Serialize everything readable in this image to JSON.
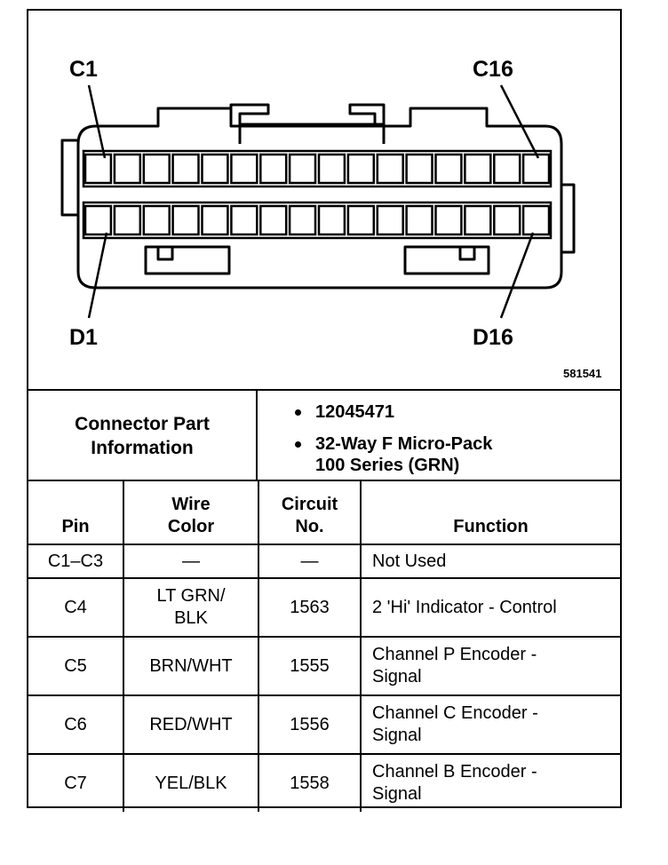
{
  "diagram": {
    "pin_labels": {
      "top_left": "C1",
      "top_right": "C16",
      "bottom_left": "D1",
      "bottom_right": "D16"
    },
    "figure_number": "581541"
  },
  "connector_info": {
    "label_line1": "Connector Part",
    "label_line2": "Information",
    "items": [
      {
        "line1": "12045471",
        "line2": ""
      },
      {
        "line1": "32-Way F Micro-Pack",
        "line2": "100 Series (GRN)"
      }
    ]
  },
  "table": {
    "headers": {
      "pin": "Pin",
      "wire_color_line1": "Wire",
      "wire_color_line2": "Color",
      "circuit_line1": "Circuit",
      "circuit_line2": "No.",
      "function": "Function"
    },
    "rows": [
      {
        "pin": "C1–C3",
        "wire1": "—",
        "wire2": "",
        "circuit": "—",
        "func1": "Not Used",
        "func2": ""
      },
      {
        "pin": "C4",
        "wire1": "LT GRN/",
        "wire2": "BLK",
        "circuit": "1563",
        "func1": "2 'Hi' Indicator - Control",
        "func2": ""
      },
      {
        "pin": "C5",
        "wire1": "BRN/WHT",
        "wire2": "",
        "circuit": "1555",
        "func1": "Channel P Encoder -",
        "func2": "Signal"
      },
      {
        "pin": "C6",
        "wire1": "RED/WHT",
        "wire2": "",
        "circuit": "1556",
        "func1": "Channel C Encoder -",
        "func2": "Signal"
      },
      {
        "pin": "C7",
        "wire1": "YEL/BLK",
        "wire2": "",
        "circuit": "1558",
        "func1": "Channel B Encoder -",
        "func2": "Signal"
      }
    ]
  }
}
